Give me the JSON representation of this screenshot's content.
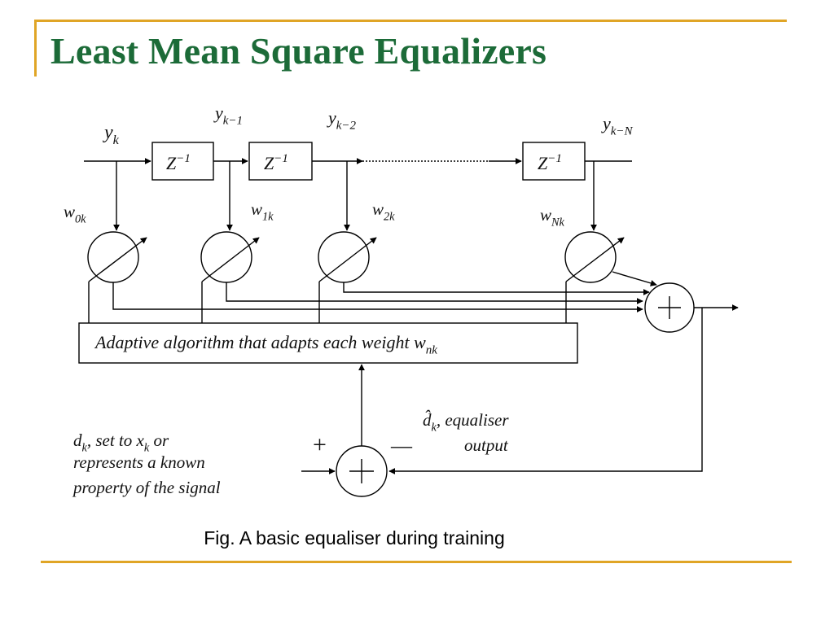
{
  "slide": {
    "title": "Least Mean Square Equalizers",
    "caption": "Fig. A basic equaliser during training",
    "accent_color": "#e0a526",
    "title_color": "#1c6b38"
  },
  "diagram": {
    "input_signal": "y_k",
    "delay_label": "Z^{-1}",
    "delayed_signals": [
      "y_{k-1}",
      "y_{k-2}",
      "y_{k-N}"
    ],
    "weights": [
      "w_{0k}",
      "w_{1k}",
      "w_{2k}",
      "w_{Nk}"
    ],
    "adaptive_block": "Adaptive algorithm that adapts each weight w_{nk}",
    "desired_signal_note": [
      "d_k, set to x_k or",
      "represents a known",
      "property of the signal"
    ],
    "equaliser_output_note": [
      "d̂_k, equaliser",
      "output"
    ],
    "plus_sign": "+",
    "minus_sign": "—"
  }
}
